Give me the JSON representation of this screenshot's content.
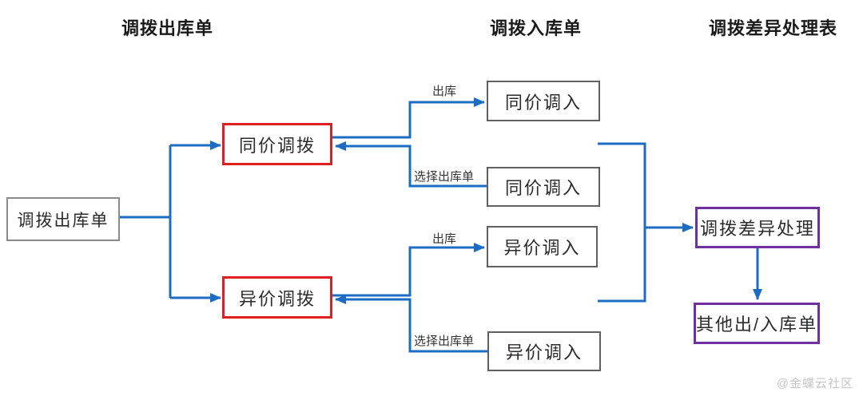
{
  "colors": {
    "blue": "#1b6cc2",
    "red": "#e02020",
    "purple": "#7030a0",
    "gray_border": "#8a8a8a",
    "mid_border": "#606060",
    "text": "#2b2b2b",
    "header_text": "#1a1a1a",
    "label_text": "#333333",
    "watermark": "#c6c6c6",
    "background": "#ffffff"
  },
  "headers": {
    "outbound": "调拨出库单",
    "inbound": "调拨入库单",
    "difference": "调拨差异处理表"
  },
  "nodes": {
    "source": "调拨出库单",
    "same_transfer": "同价调拨",
    "diff_transfer": "异价调拨",
    "same_in_top": "同价调入",
    "same_in_bottom": "同价调入",
    "diff_in_top": "异价调入",
    "diff_in_bottom": "异价调入",
    "diff_handling": "调拨差异处理",
    "other_io": "其他出/入库单"
  },
  "edge_labels": {
    "same_outbound": "出库",
    "same_select": "选择出库单",
    "diff_outbound": "出库",
    "diff_select": "选择出库单"
  },
  "watermark": "@金蝶云社区"
}
